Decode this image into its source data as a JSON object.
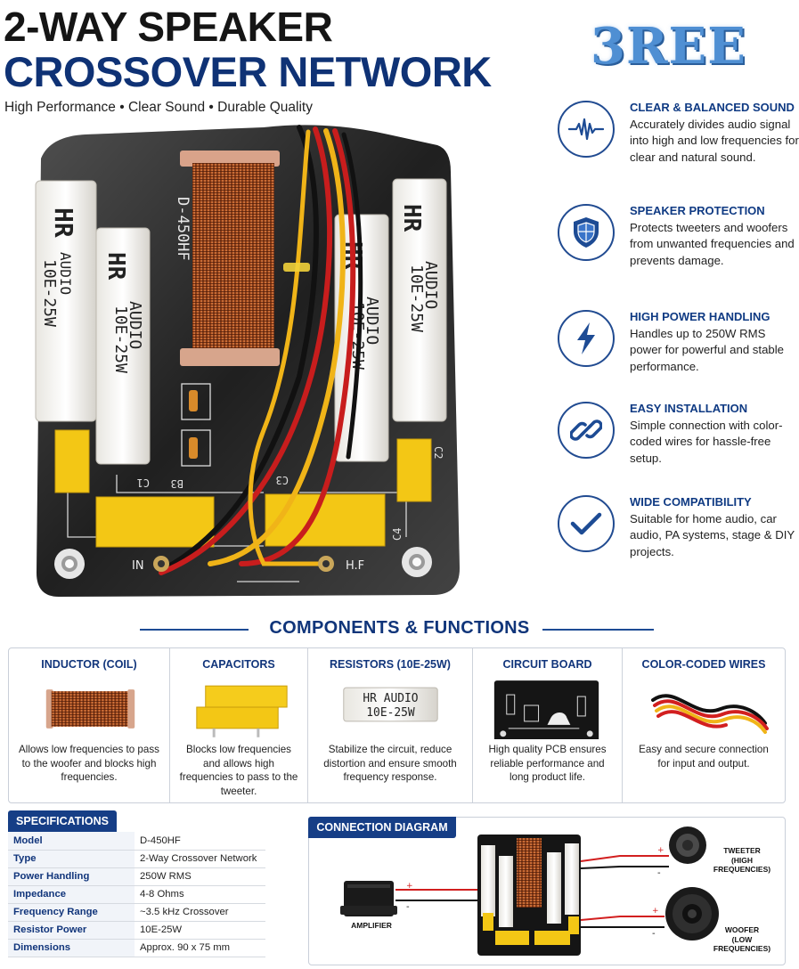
{
  "header": {
    "title_line1": "2-WAY SPEAKER",
    "title_line2": "CROSSOVER NETWORK",
    "tagline": "High Performance • Clear Sound • Durable Quality",
    "brand": "3REE"
  },
  "board_labels": {
    "model": "D-450HF",
    "resistor_brand": "HR",
    "resistor_text": "AUDIO",
    "resistor_rating": "10E-25W",
    "c1": "C1",
    "c2": "C2",
    "c3": "C3",
    "c4": "C4",
    "b3": "B3",
    "in": "IN",
    "hf": "H.F"
  },
  "colors": {
    "navy": "#0f3275",
    "accent_blue": "#163e86",
    "pcb": "#121212",
    "cap_yellow": "#f3c715",
    "copper": "#b5521c"
  },
  "features": [
    {
      "icon": "waveform-icon",
      "title": "CLEAR & BALANCED SOUND",
      "desc": "Accurately divides audio signal into high and low frequencies for clear and natural sound."
    },
    {
      "icon": "shield-icon",
      "title": "SPEAKER PROTECTION",
      "desc": "Protects tweeters and woofers from unwanted frequencies and prevents damage."
    },
    {
      "icon": "lightning-icon",
      "title": "HIGH POWER HANDLING",
      "desc": "Handles up to 250W RMS power for powerful and stable performance."
    },
    {
      "icon": "chain-link-icon",
      "title": "EASY INSTALLATION",
      "desc": "Simple connection with color-coded wires for hassle-free setup."
    },
    {
      "icon": "checkmark-icon",
      "title": "WIDE COMPATIBILITY",
      "desc": "Suitable for home audio, car audio, PA systems, stage & DIY projects."
    }
  ],
  "components": {
    "heading": "COMPONENTS & FUNCTIONS",
    "items": [
      {
        "title": "INDUCTOR (COIL)",
        "desc": "Allows low frequencies to pass to the woofer and blocks high frequencies."
      },
      {
        "title": "CAPACITORS",
        "desc": "Blocks low frequencies and allows high frequencies to pass to the tweeter."
      },
      {
        "title": "RESISTORS (10E-25W)",
        "desc": "Stabilize the circuit, reduce distortion and ensure smooth frequency response.",
        "img_line1": "HR AUDIO",
        "img_line2": "10E-25W"
      },
      {
        "title": "CIRCUIT BOARD",
        "desc": "High quality PCB ensures reliable performance and long product life."
      },
      {
        "title": "COLOR-CODED WIRES",
        "desc": "Easy and secure connection for input and output."
      }
    ]
  },
  "specs": {
    "heading": "SPECIFICATIONS",
    "rows": [
      {
        "k": "Model",
        "v": "D-450HF"
      },
      {
        "k": "Type",
        "v": "2-Way Crossover Network"
      },
      {
        "k": "Power Handling",
        "v": "250W RMS"
      },
      {
        "k": "Impedance",
        "v": "4-8 Ohms"
      },
      {
        "k": "Frequency Range",
        "v": "~3.5 kHz Crossover"
      },
      {
        "k": "Resistor Power",
        "v": "10E-25W"
      },
      {
        "k": "Dimensions",
        "v": "Approx. 90 x 75 mm"
      }
    ]
  },
  "diagram": {
    "heading": "CONNECTION DIAGRAM",
    "amplifier": "AMPLIFIER",
    "tweeter_line1": "TWEETER",
    "tweeter_line2": "(HIGH FREQUENCIES)",
    "woofer_line1": "WOOFER",
    "woofer_line2": "(LOW FREQUENCIES)",
    "plus": "+",
    "minus": "-"
  }
}
